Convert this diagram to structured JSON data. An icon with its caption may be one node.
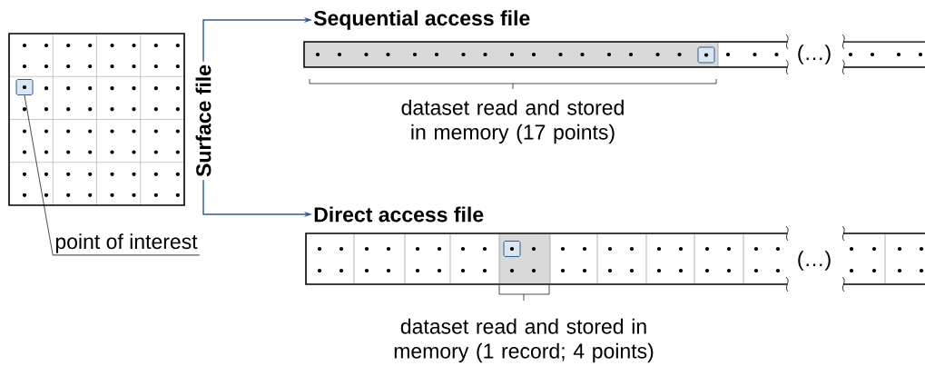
{
  "diagram": {
    "nodes": [
      {
        "text": [],
        "shape": "box"
      },
      {
        "text": [
          "Surface file"
        ]
      },
      {
        "text": [
          "Sequential access file"
        ]
      },
      {
        "text": [
          "Direct access file"
        ]
      },
      {
        "text": [
          "point of interest"
        ]
      },
      {
        "text": [],
        "shape": "box",
        "in": 0
      },
      {
        "text": [],
        "shape": "box"
      },
      {
        "text": [],
        "shape": "box"
      }
    ],
    "edges": [
      {
        "from": 1,
        "to": 2,
        "arrow": "to",
        "color": "#2e5c8a"
      },
      {
        "from": 1,
        "to": 3,
        "arrow": "to",
        "color": "#2e5c8a"
      },
      {
        "from": 4,
        "to": 5,
        "arrow": "none",
        "color": "#000000"
      }
    ],
    "labels": [
      "(…)",
      "dataset read and stored in memory (17 points)",
      "(…)",
      "dataset read and stored in memory (1 record; 4 points)"
    ]
  }
}
